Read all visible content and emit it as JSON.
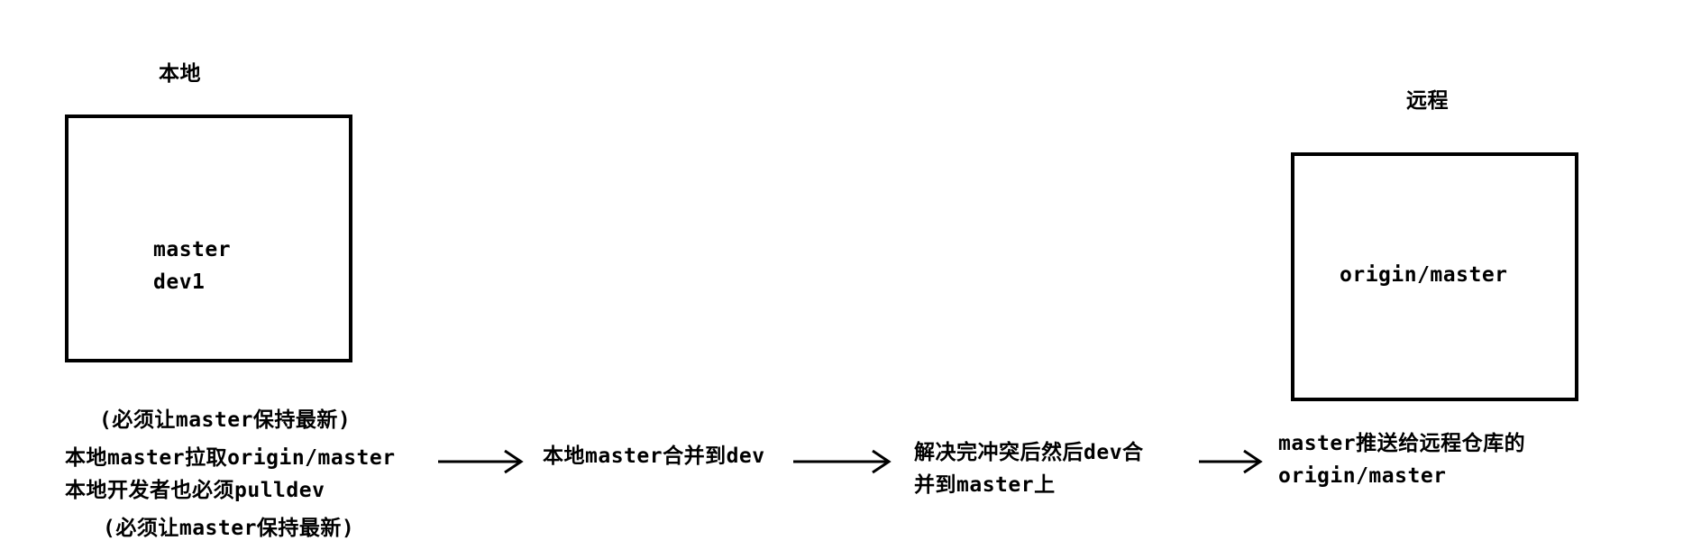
{
  "local": {
    "title": "本地",
    "box_lines": [
      "master",
      "dev1"
    ]
  },
  "remote": {
    "title": "远程",
    "box_lines": [
      "origin/master"
    ]
  },
  "steps": {
    "step1": [
      "(必须让master保持最新)",
      "本地master拉取origin/master",
      "本地开发者也必须pulldev",
      "(必须让master保持最新)"
    ],
    "step2": [
      "本地master合并到dev"
    ],
    "step3": [
      "解决完冲突后然后dev合",
      "并到master上"
    ],
    "step4": [
      "master推送给远程仓库的",
      "origin/master"
    ]
  },
  "colors": {
    "stroke": "#000000",
    "background": "#ffffff"
  }
}
